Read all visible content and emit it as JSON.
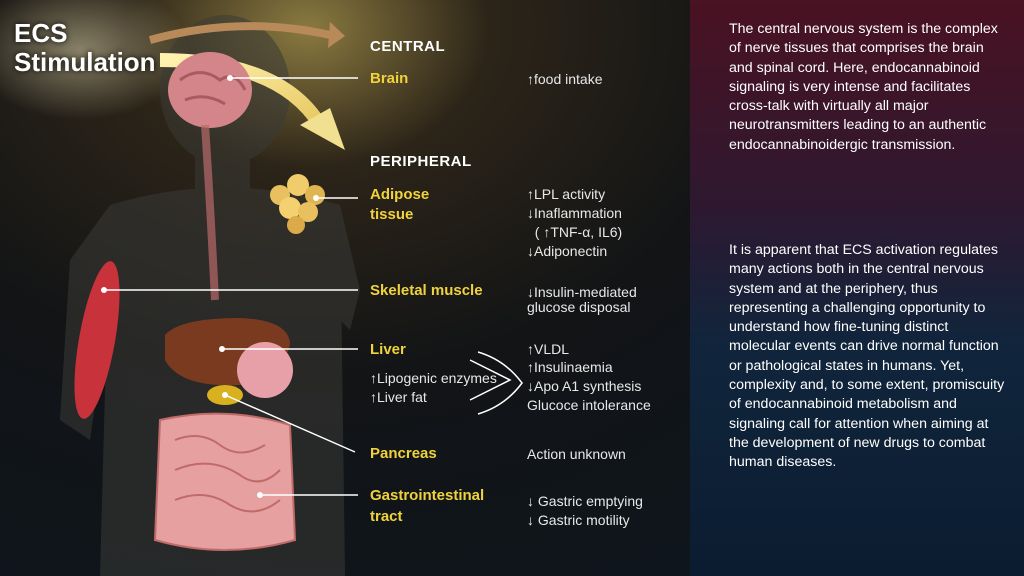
{
  "title": {
    "line1": "ECS",
    "line2": "Stimulation"
  },
  "sections": {
    "central": "CENTRAL",
    "peripheral": "PERIPHERAL"
  },
  "organs": {
    "brain": "Brain",
    "adipose_line1": "Adipose",
    "adipose_line2": "tissue",
    "skeletal_muscle": "Skeletal muscle",
    "liver": "Liver",
    "pancreas": "Pancreas",
    "gi_line1": "Gastrointestinal",
    "gi_line2": "tract"
  },
  "effects": {
    "brain": [
      "↑food intake"
    ],
    "adipose": [
      "↑LPL activity",
      "↓Inaflammation",
      "  ( ↑TNF-α, IL6)",
      "↓Adiponectin"
    ],
    "muscle": [
      "↓Insulin-mediated",
      "glucose disposal"
    ],
    "liver_left": [
      "↑Lipogenic enzymes",
      "↑Liver fat"
    ],
    "liver_right": [
      "↑VLDL",
      "↑Insulinaemia",
      "↓Apo A1 synthesis",
      "Glucoce intolerance"
    ],
    "pancreas": [
      "Action unknown"
    ],
    "gi": [
      "↓ Gastric emptying",
      "↓ Gastric motility"
    ]
  },
  "paragraphs": {
    "p1": "The central nervous system is the complex of nerve tissues that comprises the brain and spinal cord. Here, endocannabinoid signaling is very intense and facilitates cross-talk with virtually all major neurotransmitters leading to an authentic endocannabinoidergic transmission.",
    "p2": "It is apparent that ECS activation regulates many actions both in the central nervous system and at the periphery, thus representing a challenging opportunity to understand how fine-tuning distinct molecular events can drive normal function or pathological states in humans. Yet, complexity and, to some extent, promiscuity of endocannabinoid metabolism and signaling call for attention when aiming at the development of new drugs to combat human diseases."
  },
  "colors": {
    "organ_label": "#f0d23c",
    "arrow": "#f5e9a0",
    "muscle": "#c8323a",
    "liver": "#7a3a20"
  }
}
